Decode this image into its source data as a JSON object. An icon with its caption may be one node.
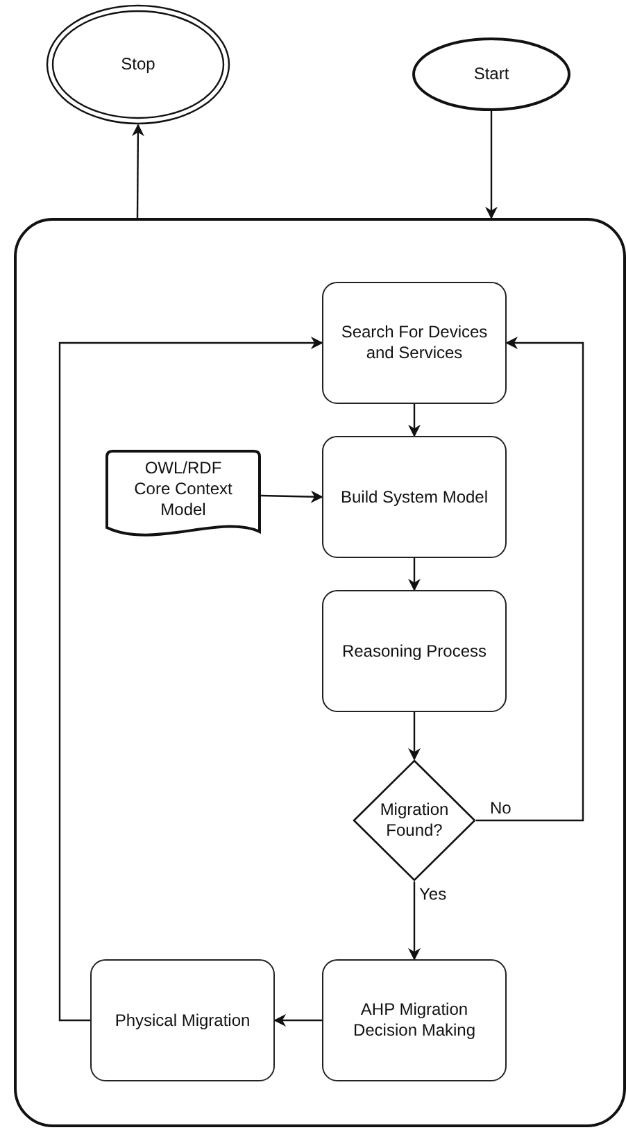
{
  "diagram": {
    "nodes": [
      {
        "text": [
          "Stop"
        ]
      },
      {
        "text": [
          "Start"
        ]
      },
      {
        "text": [],
        "shape": "box"
      },
      {
        "text": [
          "Search For Devices and Services"
        ],
        "in": 2
      },
      {
        "text": [
          "OWL/RDF Core Context Model"
        ],
        "in": 2
      },
      {
        "text": [
          "Build System Model"
        ],
        "in": 2
      },
      {
        "text": [
          "Reasoning Process"
        ],
        "in": 2
      },
      {
        "text": [
          "Migration Found?"
        ],
        "in": 2
      },
      {
        "text": [
          "Physical Migration"
        ],
        "in": 2
      },
      {
        "text": [
          "AHP Migration Decision Making"
        ],
        "in": 2
      }
    ],
    "edges": [
      {
        "from": 1,
        "to": 2,
        "arrow": "to"
      },
      {
        "from": 2,
        "to": 0,
        "arrow": "to"
      },
      {
        "from": 3,
        "to": 5,
        "arrow": "to"
      },
      {
        "from": 4,
        "to": 5,
        "arrow": "to"
      },
      {
        "from": 5,
        "to": 6,
        "arrow": "to"
      },
      {
        "from": 6,
        "to": 7,
        "arrow": "to"
      },
      {
        "from": 7,
        "to": 3,
        "arrow": "to",
        "label": "No"
      },
      {
        "from": 7,
        "to": 9,
        "arrow": "to",
        "label": "Yes"
      },
      {
        "from": 9,
        "to": 8,
        "arrow": "to"
      },
      {
        "from": 8,
        "to": 3,
        "arrow": "to"
      }
    ]
  }
}
